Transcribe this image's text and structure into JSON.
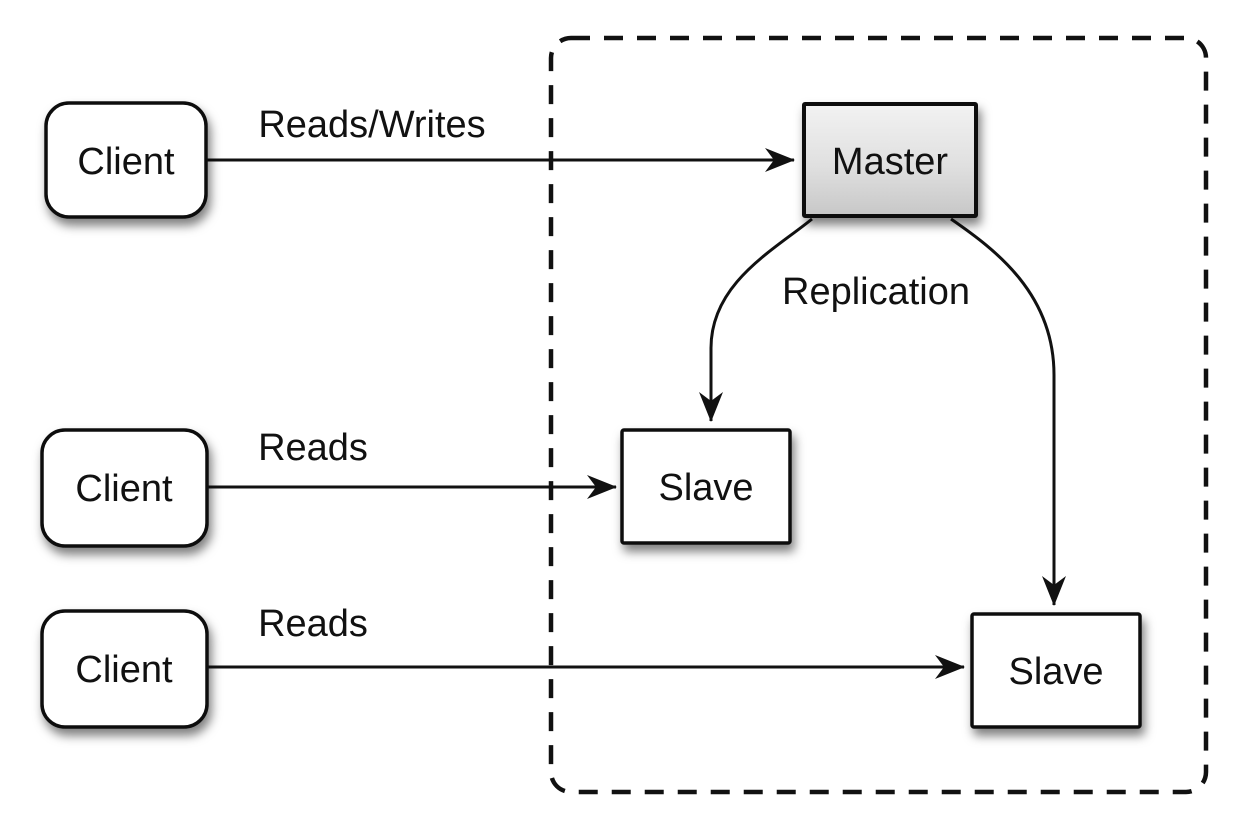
{
  "nodes": {
    "client1": {
      "label": "Client"
    },
    "client2": {
      "label": "Client"
    },
    "client3": {
      "label": "Client"
    },
    "master": {
      "label": "Master"
    },
    "slave1": {
      "label": "Slave"
    },
    "slave2": {
      "label": "Slave"
    }
  },
  "edges": {
    "client1_to_master": {
      "label": "Reads/Writes"
    },
    "client2_to_slave1": {
      "label": "Reads"
    },
    "client3_to_slave2": {
      "label": "Reads"
    },
    "master_to_slaves": {
      "label": "Replication"
    }
  },
  "colors": {
    "background": "#ffffff",
    "stroke": "#111111",
    "text": "#111111",
    "node_fill": "#ffffff",
    "master_fill_top": "#f2f2f2",
    "master_fill_bottom": "#c7c7c7"
  }
}
